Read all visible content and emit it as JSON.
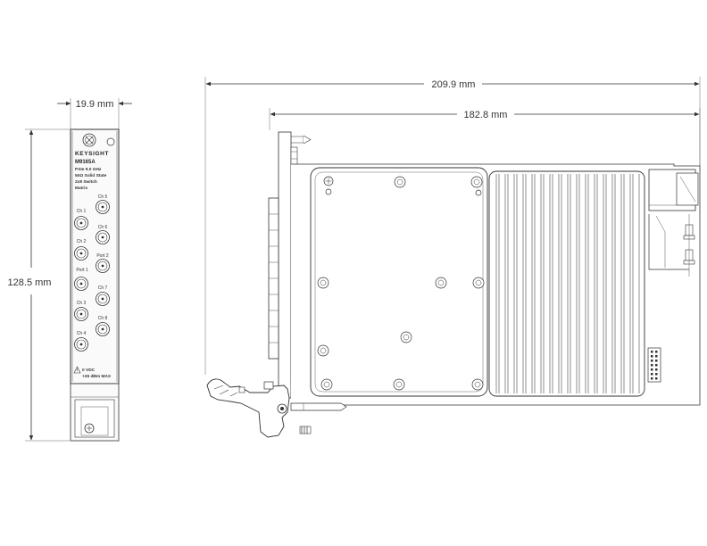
{
  "dimensions": {
    "front_width": "19.9 mm",
    "front_height": "128.5 mm",
    "total_length": "209.9 mm",
    "board_length": "182.8 mm"
  },
  "panel": {
    "brand": "KEYSIGHT",
    "model": "M9165A",
    "desc_lines": [
      "PXIe 9.0 GHz",
      "50Ω Solid State",
      "2x8  Switch",
      "Matrix"
    ],
    "connectors": [
      {
        "label": "Ch 5"
      },
      {
        "label": "Ch 1"
      },
      {
        "label": "Ch 6"
      },
      {
        "label": "Ch 2"
      },
      {
        "label": "Port 2"
      },
      {
        "label": "Port 1"
      },
      {
        "label": "Ch 7"
      },
      {
        "label": "Ch 3"
      },
      {
        "label": "Ch 8"
      },
      {
        "label": "Ch 4"
      }
    ],
    "warning_lines": [
      "0 VDC",
      "+26 dBm MAX"
    ]
  }
}
